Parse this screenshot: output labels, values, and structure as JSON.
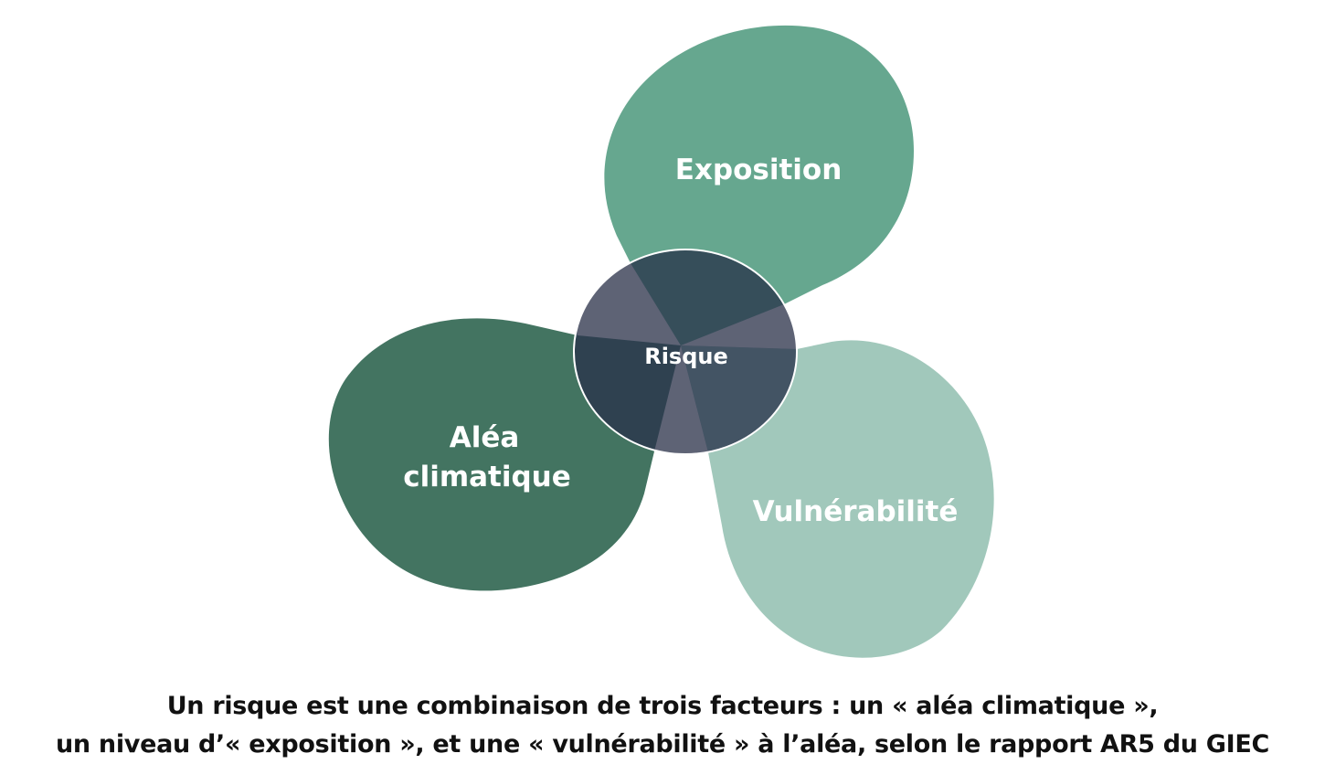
{
  "diagram": {
    "center": {
      "label": "Risque",
      "color": "#34495a"
    },
    "petals": [
      {
        "id": "exposition",
        "label": "Exposition",
        "color": "#66a78f"
      },
      {
        "id": "alea",
        "label_lines": [
          "Aléa",
          "climatique"
        ],
        "color": "#437461"
      },
      {
        "id": "vulnerabilite",
        "label": "Vulnérabilité",
        "color": "#a1c8bb"
      }
    ],
    "overlap_color": "#5e6375"
  },
  "caption": {
    "line1": "Un risque est une combinaison de trois facteurs : un « aléa climatique »,",
    "line2": "un niveau d’« exposition », et une « vulnérabilité » à l’aléa, selon le rapport AR5 du GIEC"
  }
}
